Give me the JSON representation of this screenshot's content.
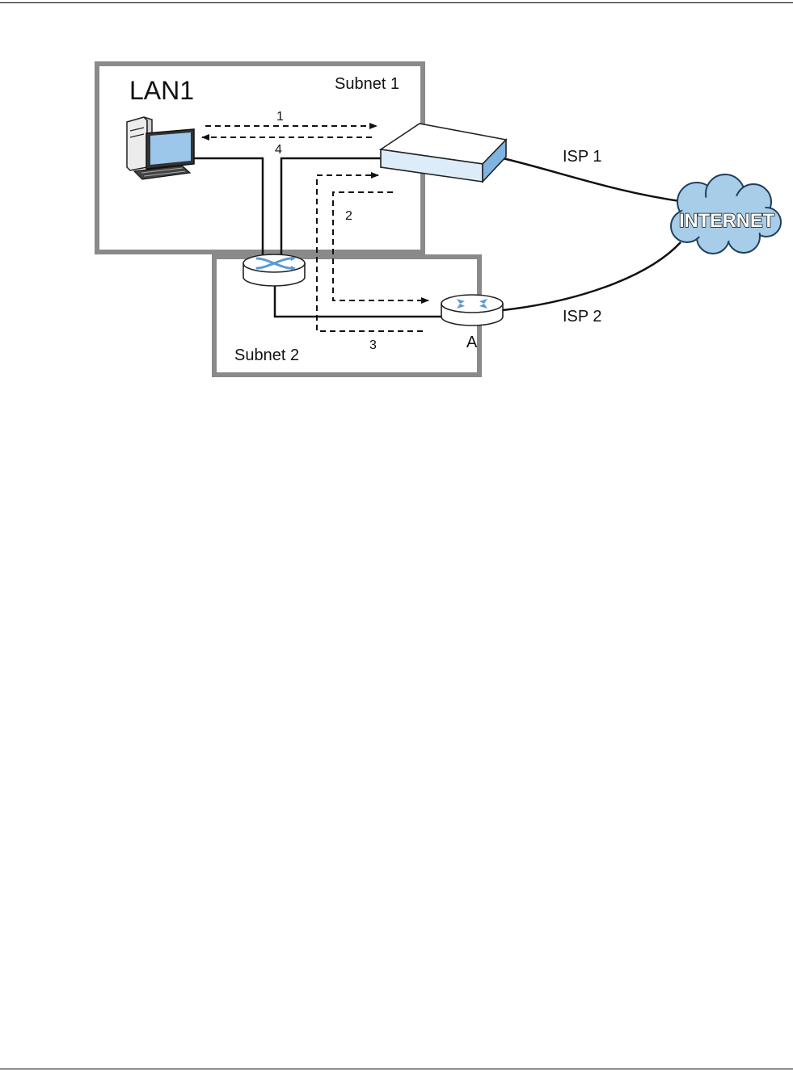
{
  "diagram": {
    "lan_label": "LAN1",
    "subnet1_label": "Subnet 1",
    "subnet2_label": "Subnet 2",
    "isp1_label": "ISP 1",
    "isp2_label": "ISP 2",
    "internet_label": "INTERNET",
    "router_a_label": "A",
    "step_labels": [
      "1",
      "2",
      "3",
      "4"
    ]
  },
  "colors": {
    "box_border": "#8a8a8a",
    "device_blue": "#9cc6ea",
    "cloud_blue": "#a7cde8",
    "line": "#111111"
  }
}
